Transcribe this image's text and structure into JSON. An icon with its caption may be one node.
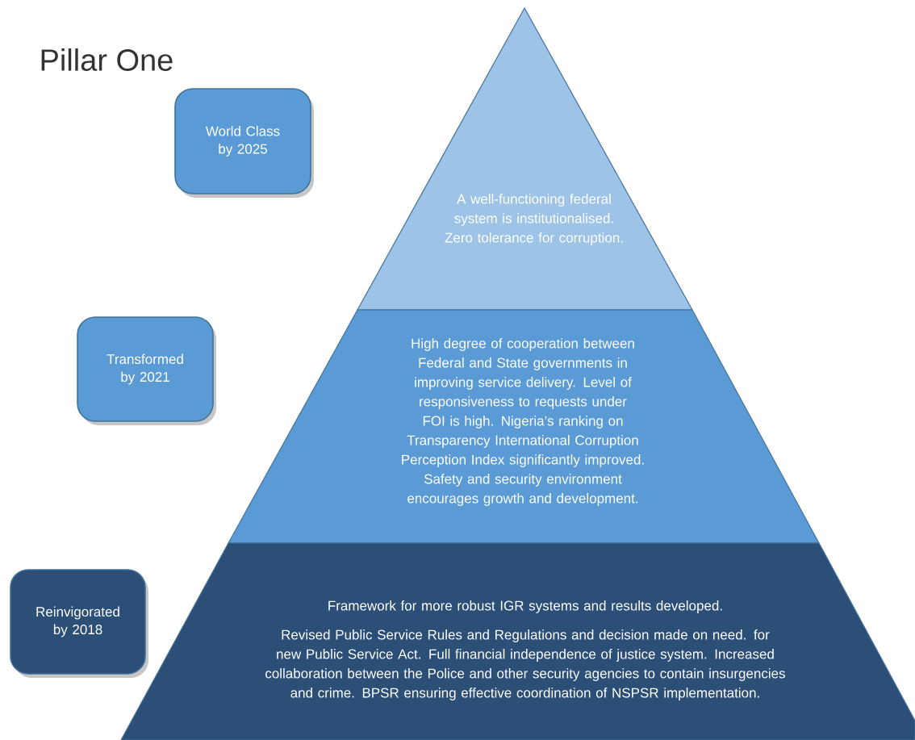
{
  "diagram": {
    "title": "Pillar One",
    "nodes": [
      {
        "text": [
          "World Class by 2025"
        ]
      },
      {
        "text": [
          "A well-functioning federal system is institutionalised. Zero tolerance for corruption."
        ]
      },
      {
        "text": [
          "Transformed by 2021"
        ]
      },
      {
        "text": [
          "High degree of cooperation between Federal and State governments in improving service delivery. Level of responsiveness to requests under FOI is high. Nigeria’s ranking on Transparency International Corruption Perception Index significantly improved. Safety and security environment encourages growth and development."
        ]
      },
      {
        "text": [
          "Reinvigorated by 2018"
        ]
      },
      {
        "text": [
          "Framework for more robust IGR systems and results developed.",
          "Revised Public Service Rules and Regulations and decision made on need. for new Public Service Act. Full financial independence of justice system. Increased collaboration between the Police and other security agencies to contain insurgencies and crime. BPSR ensuring effective coordination of NSPSR implementation."
        ]
      }
    ]
  }
}
